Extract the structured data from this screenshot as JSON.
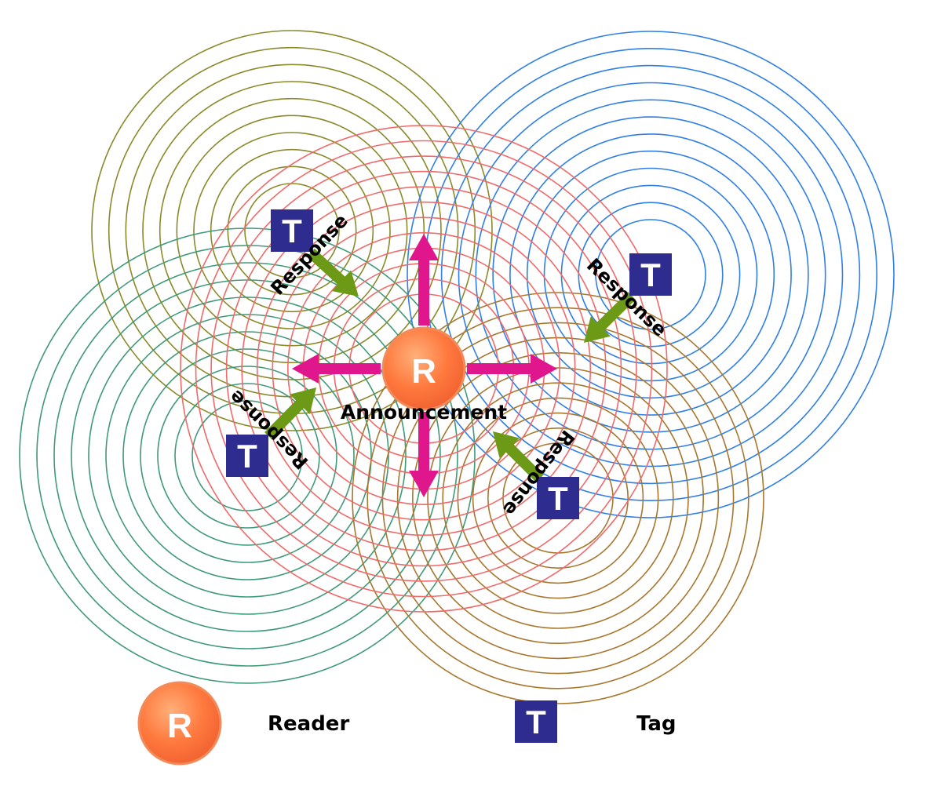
{
  "diagram": {
    "center_label": "Announcement",
    "response_label": "Response",
    "reader_letter": "R",
    "tag_letter": "T"
  },
  "legend": {
    "reader_label": "Reader",
    "tag_label": "Tag"
  },
  "colors": {
    "reader_field": "#f06a6a",
    "tag_field_olive": "#8a8a2a",
    "tag_field_blue": "#2f7fe6",
    "tag_field_green": "#3f9a78",
    "tag_field_brown": "#a8772e",
    "announcement_arrow": "#e0168c",
    "response_arrow": "#6c9a17",
    "tag_box": "#2e2d8f",
    "reader_fill": "#ff7a3f"
  },
  "icons": [
    "reader-icon",
    "tag-icon",
    "arrow-icon"
  ]
}
